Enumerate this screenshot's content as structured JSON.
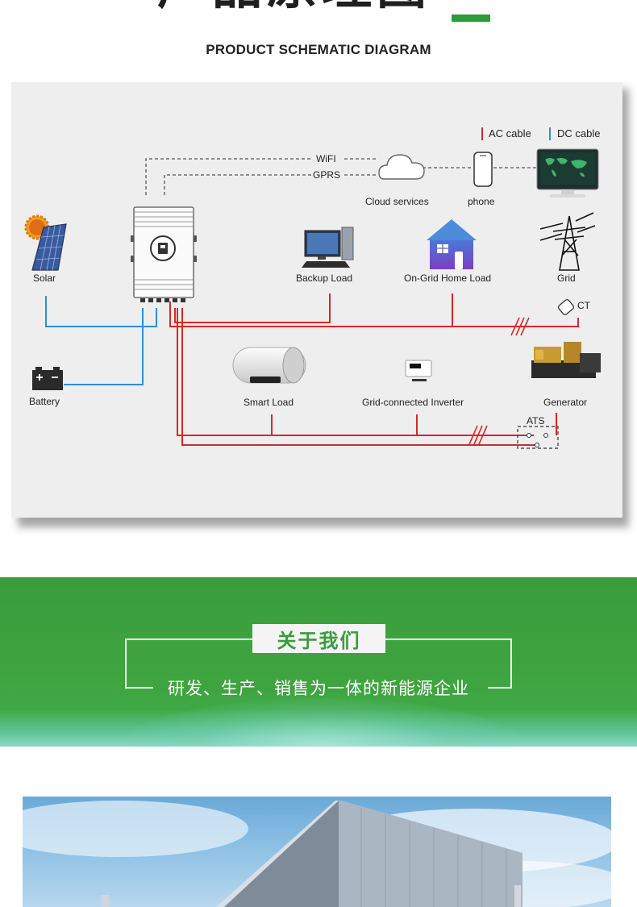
{
  "header": {
    "title_cn": "产品原理图",
    "subtitle": "PRODUCT SCHEMATIC DIAGRAM",
    "accent_color": "#2e9a3a"
  },
  "diagram": {
    "legend": {
      "ac_label": "AC cable",
      "dc_label": "DC cable",
      "ac_color": "#d32a2a",
      "dc_color": "#2b8fd6"
    },
    "links": {
      "wifi": "WiFI",
      "gprs": "GPRS"
    },
    "nodes": {
      "cloud": "Cloud services",
      "phone": "phone",
      "solar": "Solar",
      "battery": "Battery",
      "backup": "Backup Load",
      "home": "On-Grid Home Load",
      "grid": "Grid",
      "ct": "CT",
      "smart": "Smart Load",
      "gridinv": "Grid-connected Inverter",
      "generator": "Generator",
      "ats": "ATS"
    }
  },
  "about": {
    "heading": "关于我们",
    "slogan": "研发、生产、销售为一体的新能源企业",
    "bg_color": "#3fa43f"
  },
  "photo": {
    "icon": "factory-building-icon"
  }
}
